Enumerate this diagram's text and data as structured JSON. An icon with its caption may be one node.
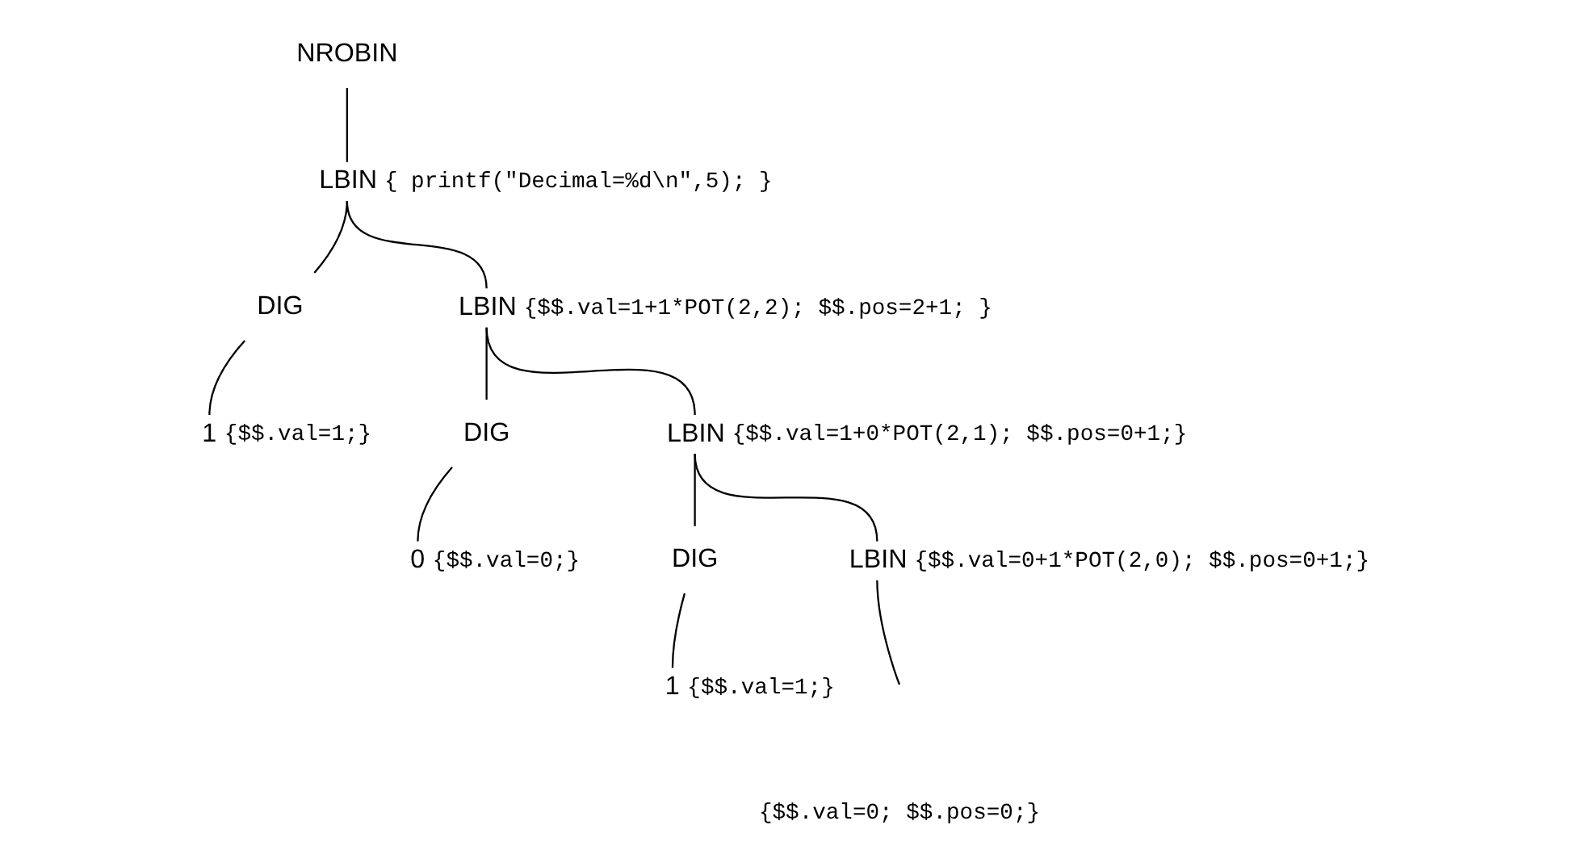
{
  "diagram": {
    "nodes": [
      {
        "text": [
          "NROBIN"
        ]
      },
      {
        "text": [
          "LBIN"
        ],
        "beside": [
          "{ printf(\"Decimal=%d\\n\",5); }"
        ]
      },
      {
        "text": [
          "DIG"
        ]
      },
      {
        "text": [
          "1"
        ],
        "beside": [
          "{$$.val=1;}"
        ]
      },
      {
        "text": [
          "LBIN"
        ],
        "beside": [
          "{$$.val=1+1*POT(2,2); $$.pos=2+1; }"
        ]
      },
      {
        "text": [
          "DIG"
        ]
      },
      {
        "text": [
          "0"
        ],
        "beside": [
          "{$$.val=0;}"
        ]
      },
      {
        "text": [
          "LBIN"
        ],
        "beside": [
          "{$$.val=1+0*POT(2,1); $$.pos=0+1;}"
        ]
      },
      {
        "text": [
          "DIG"
        ]
      },
      {
        "text": [
          "1"
        ],
        "beside": [
          "{$$.val=1;}"
        ]
      },
      {
        "text": [
          "LBIN"
        ],
        "beside": [
          "{$$.val=0+1*POT(2,0); $$.pos=0+1;}"
        ]
      }
    ],
    "edges": [
      {
        "from": 0,
        "to": 1,
        "arrow": "none"
      },
      {
        "from": 1,
        "to": 2,
        "arrow": "none"
      },
      {
        "from": 2,
        "to": 3,
        "arrow": "none"
      },
      {
        "from": 1,
        "to": 4,
        "arrow": "none"
      },
      {
        "from": 4,
        "to": 5,
        "arrow": "none"
      },
      {
        "from": 5,
        "to": 6,
        "arrow": "none"
      },
      {
        "from": 4,
        "to": 7,
        "arrow": "none"
      },
      {
        "from": 7,
        "to": 8,
        "arrow": "none"
      },
      {
        "from": 8,
        "to": 9,
        "arrow": "none"
      },
      {
        "from": 7,
        "to": 10,
        "arrow": "none"
      },
      {
        "from": 10,
        "to": null,
        "arrow": "none"
      }
    ],
    "labels": [
      "{$$.val=0; $$.pos=0;}"
    ]
  }
}
